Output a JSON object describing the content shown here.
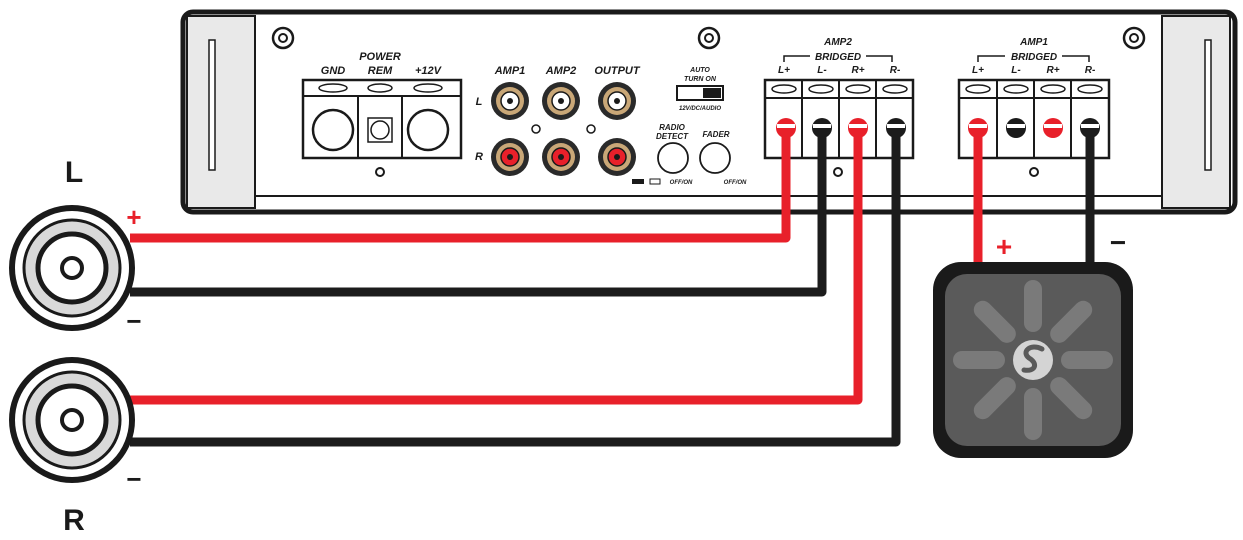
{
  "amplifier": {
    "power_block": {
      "gnd": "GND",
      "power_rem_1": "POWER",
      "power_rem_2": "REM",
      "plus12v": "+12V"
    },
    "rca": {
      "amp1": "AMP1",
      "amp2": "AMP2",
      "output": "OUTPUT",
      "row_left": "L",
      "row_right": "R"
    },
    "auto_turn_on": {
      "line1": "AUTO",
      "line2": "TURN ON",
      "line3": "12V/DC/AUDIO"
    },
    "radio_detect": {
      "line1": "RADIO",
      "line2": "DETECT",
      "state": "OFF/ON"
    },
    "fader": {
      "line1": "FADER",
      "state": "OFF/ON"
    },
    "amp2_terminals": {
      "title": "AMP2",
      "subtitle": "BRIDGED",
      "labels": [
        "L+",
        "L-",
        "R+",
        "R-"
      ]
    },
    "amp1_terminals": {
      "title": "AMP1",
      "subtitle": "BRIDGED",
      "labels": [
        "L+",
        "L-",
        "R+",
        "R-"
      ]
    }
  },
  "speakers": {
    "left": {
      "label": "L",
      "plus": "+",
      "minus": "−"
    },
    "right": {
      "label": "R",
      "minus": "−"
    }
  },
  "subwoofer": {
    "plus": "+",
    "minus": "−"
  },
  "colors": {
    "positive_wire": "#e8202a",
    "negative_wire": "#1c1c1c",
    "amp_outline": "#1a1a1a",
    "sub_body": "#5a5a5a"
  }
}
